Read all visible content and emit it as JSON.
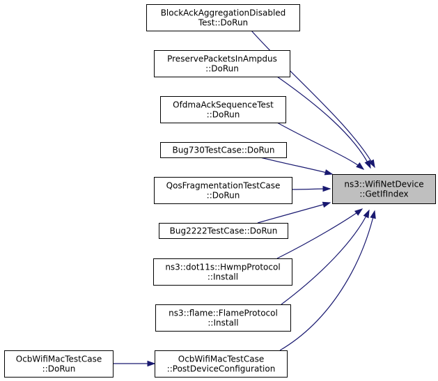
{
  "diagram": {
    "target": {
      "id": "target",
      "lines": [
        "ns3::WifiNetDevice",
        "::GetIfIndex"
      ]
    },
    "callers": [
      {
        "id": "block-ack",
        "lines": [
          "BlockAckAggregationDisabled",
          "Test::DoRun"
        ]
      },
      {
        "id": "preserve-packets",
        "lines": [
          "PreservePacketsInAmpdus",
          "::DoRun"
        ]
      },
      {
        "id": "ofdma-ack",
        "lines": [
          "OfdmaAckSequenceTest",
          "::DoRun"
        ]
      },
      {
        "id": "bug730",
        "lines": [
          "Bug730TestCase::DoRun"
        ]
      },
      {
        "id": "qos-fragmentation",
        "lines": [
          "QosFragmentationTestCase",
          "::DoRun"
        ]
      },
      {
        "id": "bug2222",
        "lines": [
          "Bug2222TestCase::DoRun"
        ]
      },
      {
        "id": "hwmp-install",
        "lines": [
          "ns3::dot11s::HwmpProtocol",
          "::Install"
        ]
      },
      {
        "id": "flame-install",
        "lines": [
          "ns3::flame::FlameProtocol",
          "::Install"
        ]
      },
      {
        "id": "ocb-postconfig",
        "lines": [
          "OcbWifiMacTestCase",
          "::PostDeviceConfiguration"
        ]
      }
    ],
    "indirect_callers": [
      {
        "id": "ocb-dorun",
        "lines": [
          "OcbWifiMacTestCase",
          "::DoRun"
        ],
        "calls": "ocb-postconfig"
      }
    ],
    "colors": {
      "edge": "#191970",
      "target_fill": "#bfbfbf",
      "node_fill": "#ffffff",
      "node_border": "#000000"
    }
  }
}
